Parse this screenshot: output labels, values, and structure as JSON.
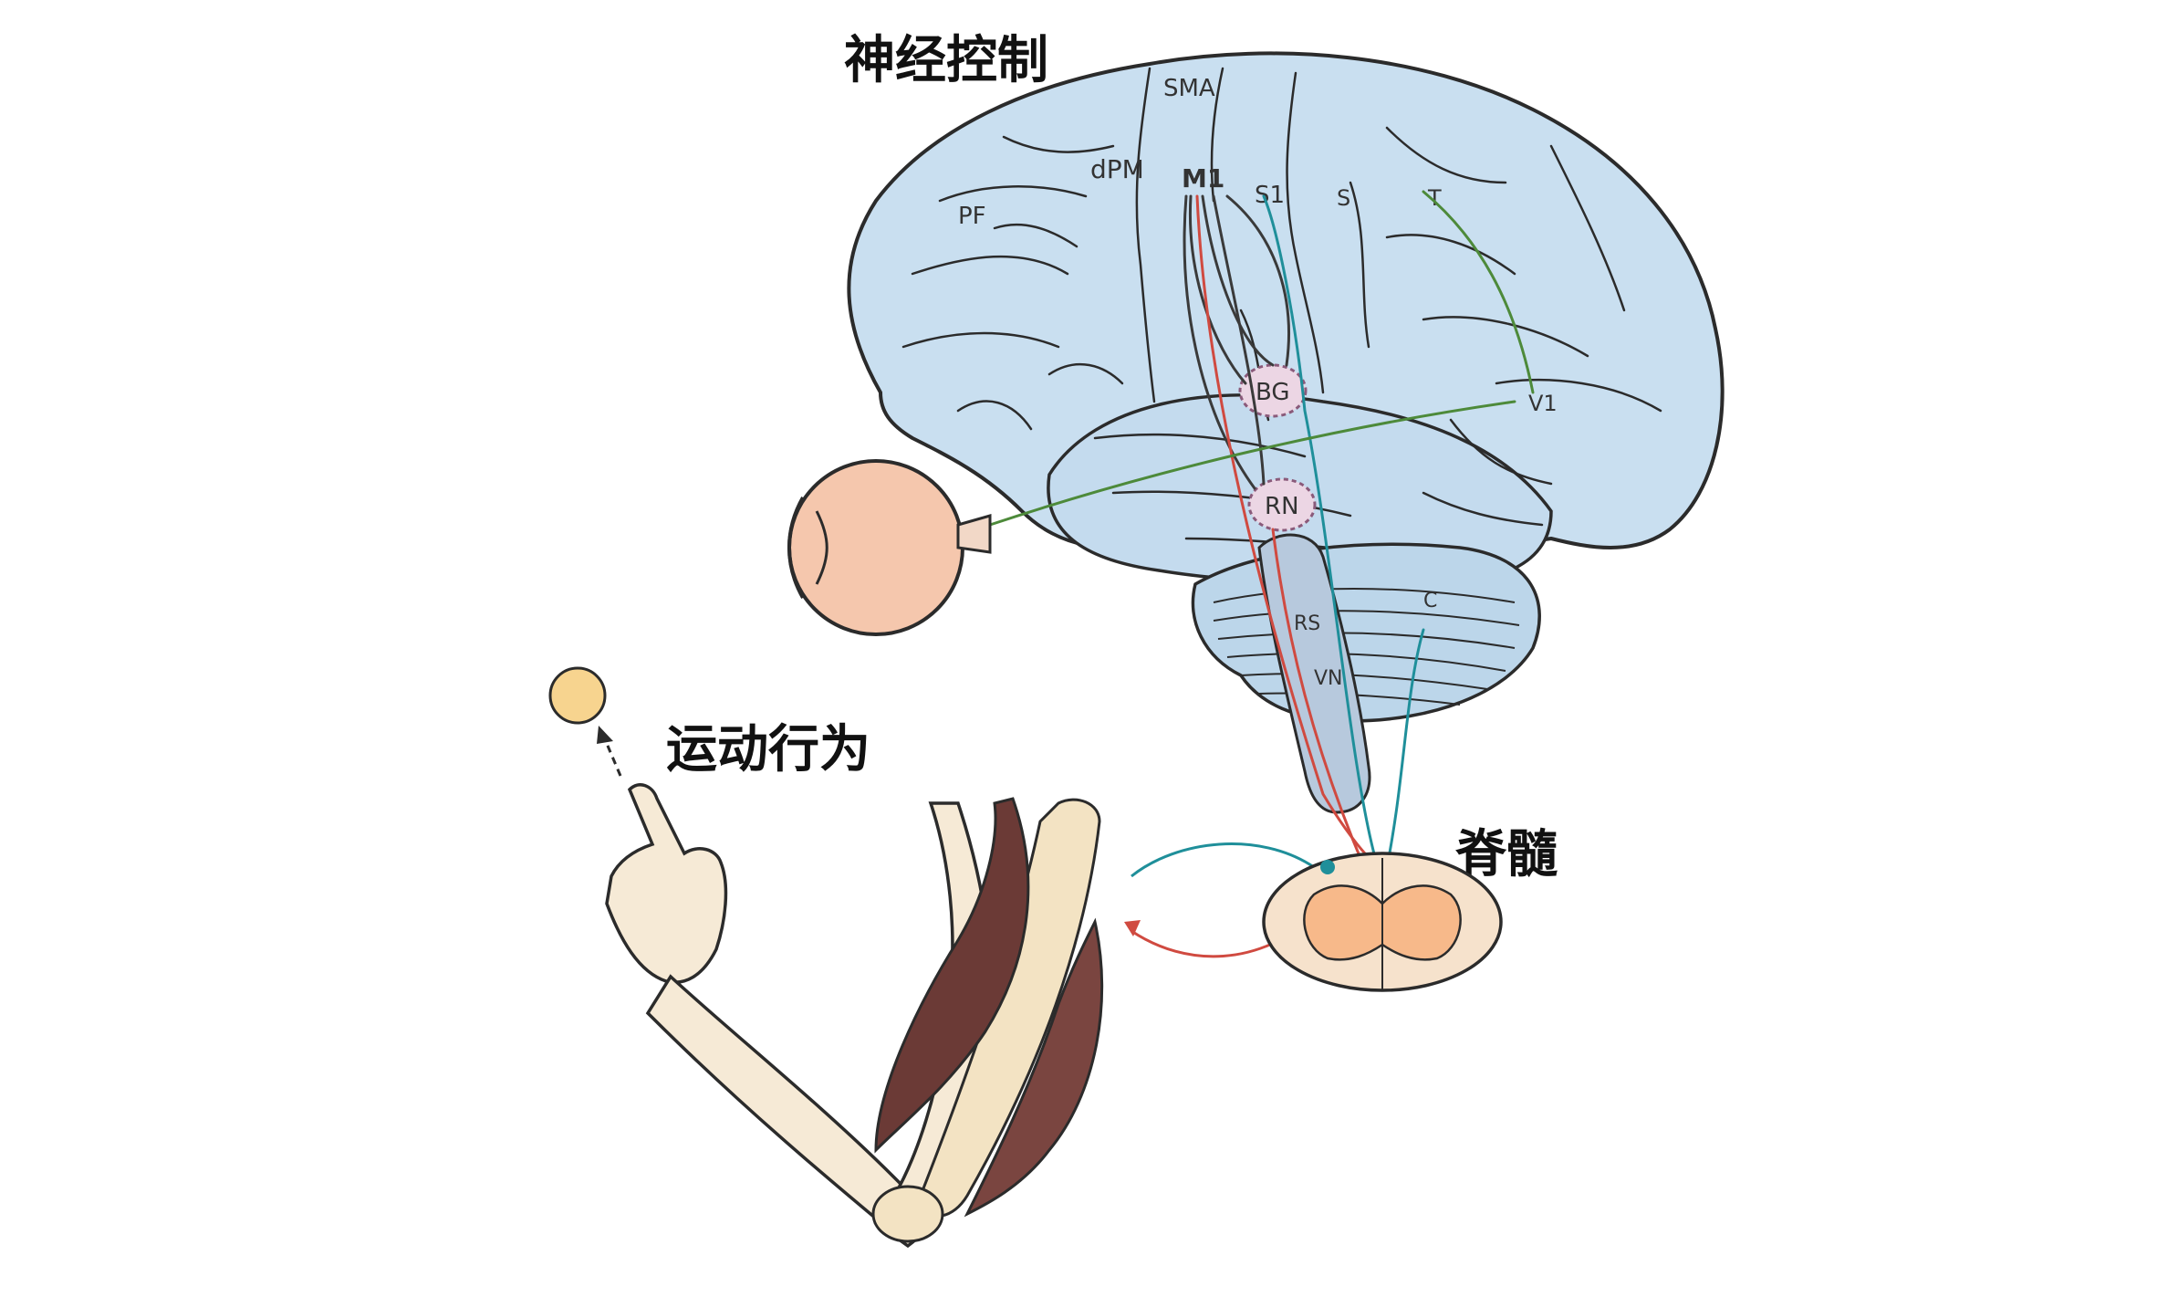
{
  "labels": {
    "neural_control": "神经控制",
    "motor_behavior": "运动行为",
    "spinal_cord": "脊髓"
  },
  "regions": {
    "sma": "SMA",
    "dpm": "dPM",
    "m1": "M1",
    "s1": "S1",
    "s": "S",
    "t": "T",
    "pf": "PF",
    "v1": "V1",
    "bg": "BG",
    "rn": "RN",
    "rs": "RS",
    "vn": "VN",
    "c": "C"
  },
  "colors": {
    "brain_fill": "#c9dff0",
    "brain_stroke": "#2b2b2b",
    "cerebellum_fill": "#bcd6ea",
    "nucleus_fill": "#ecd6e4",
    "nucleus_stroke": "#8a5a7a",
    "spinal_outer": "#f6e2cc",
    "spinal_inner": "#f7b98a",
    "eye_fill": "#f5c7ad",
    "target_fill": "#f7d48f",
    "arm_skin": "#f6ead6",
    "muscle_fill": "#6b3a36",
    "descending_path": "#3a3a3a",
    "motor_path": "#d04a40",
    "sensory_path": "#1f8f9a",
    "visual_path": "#4d8a3a"
  }
}
